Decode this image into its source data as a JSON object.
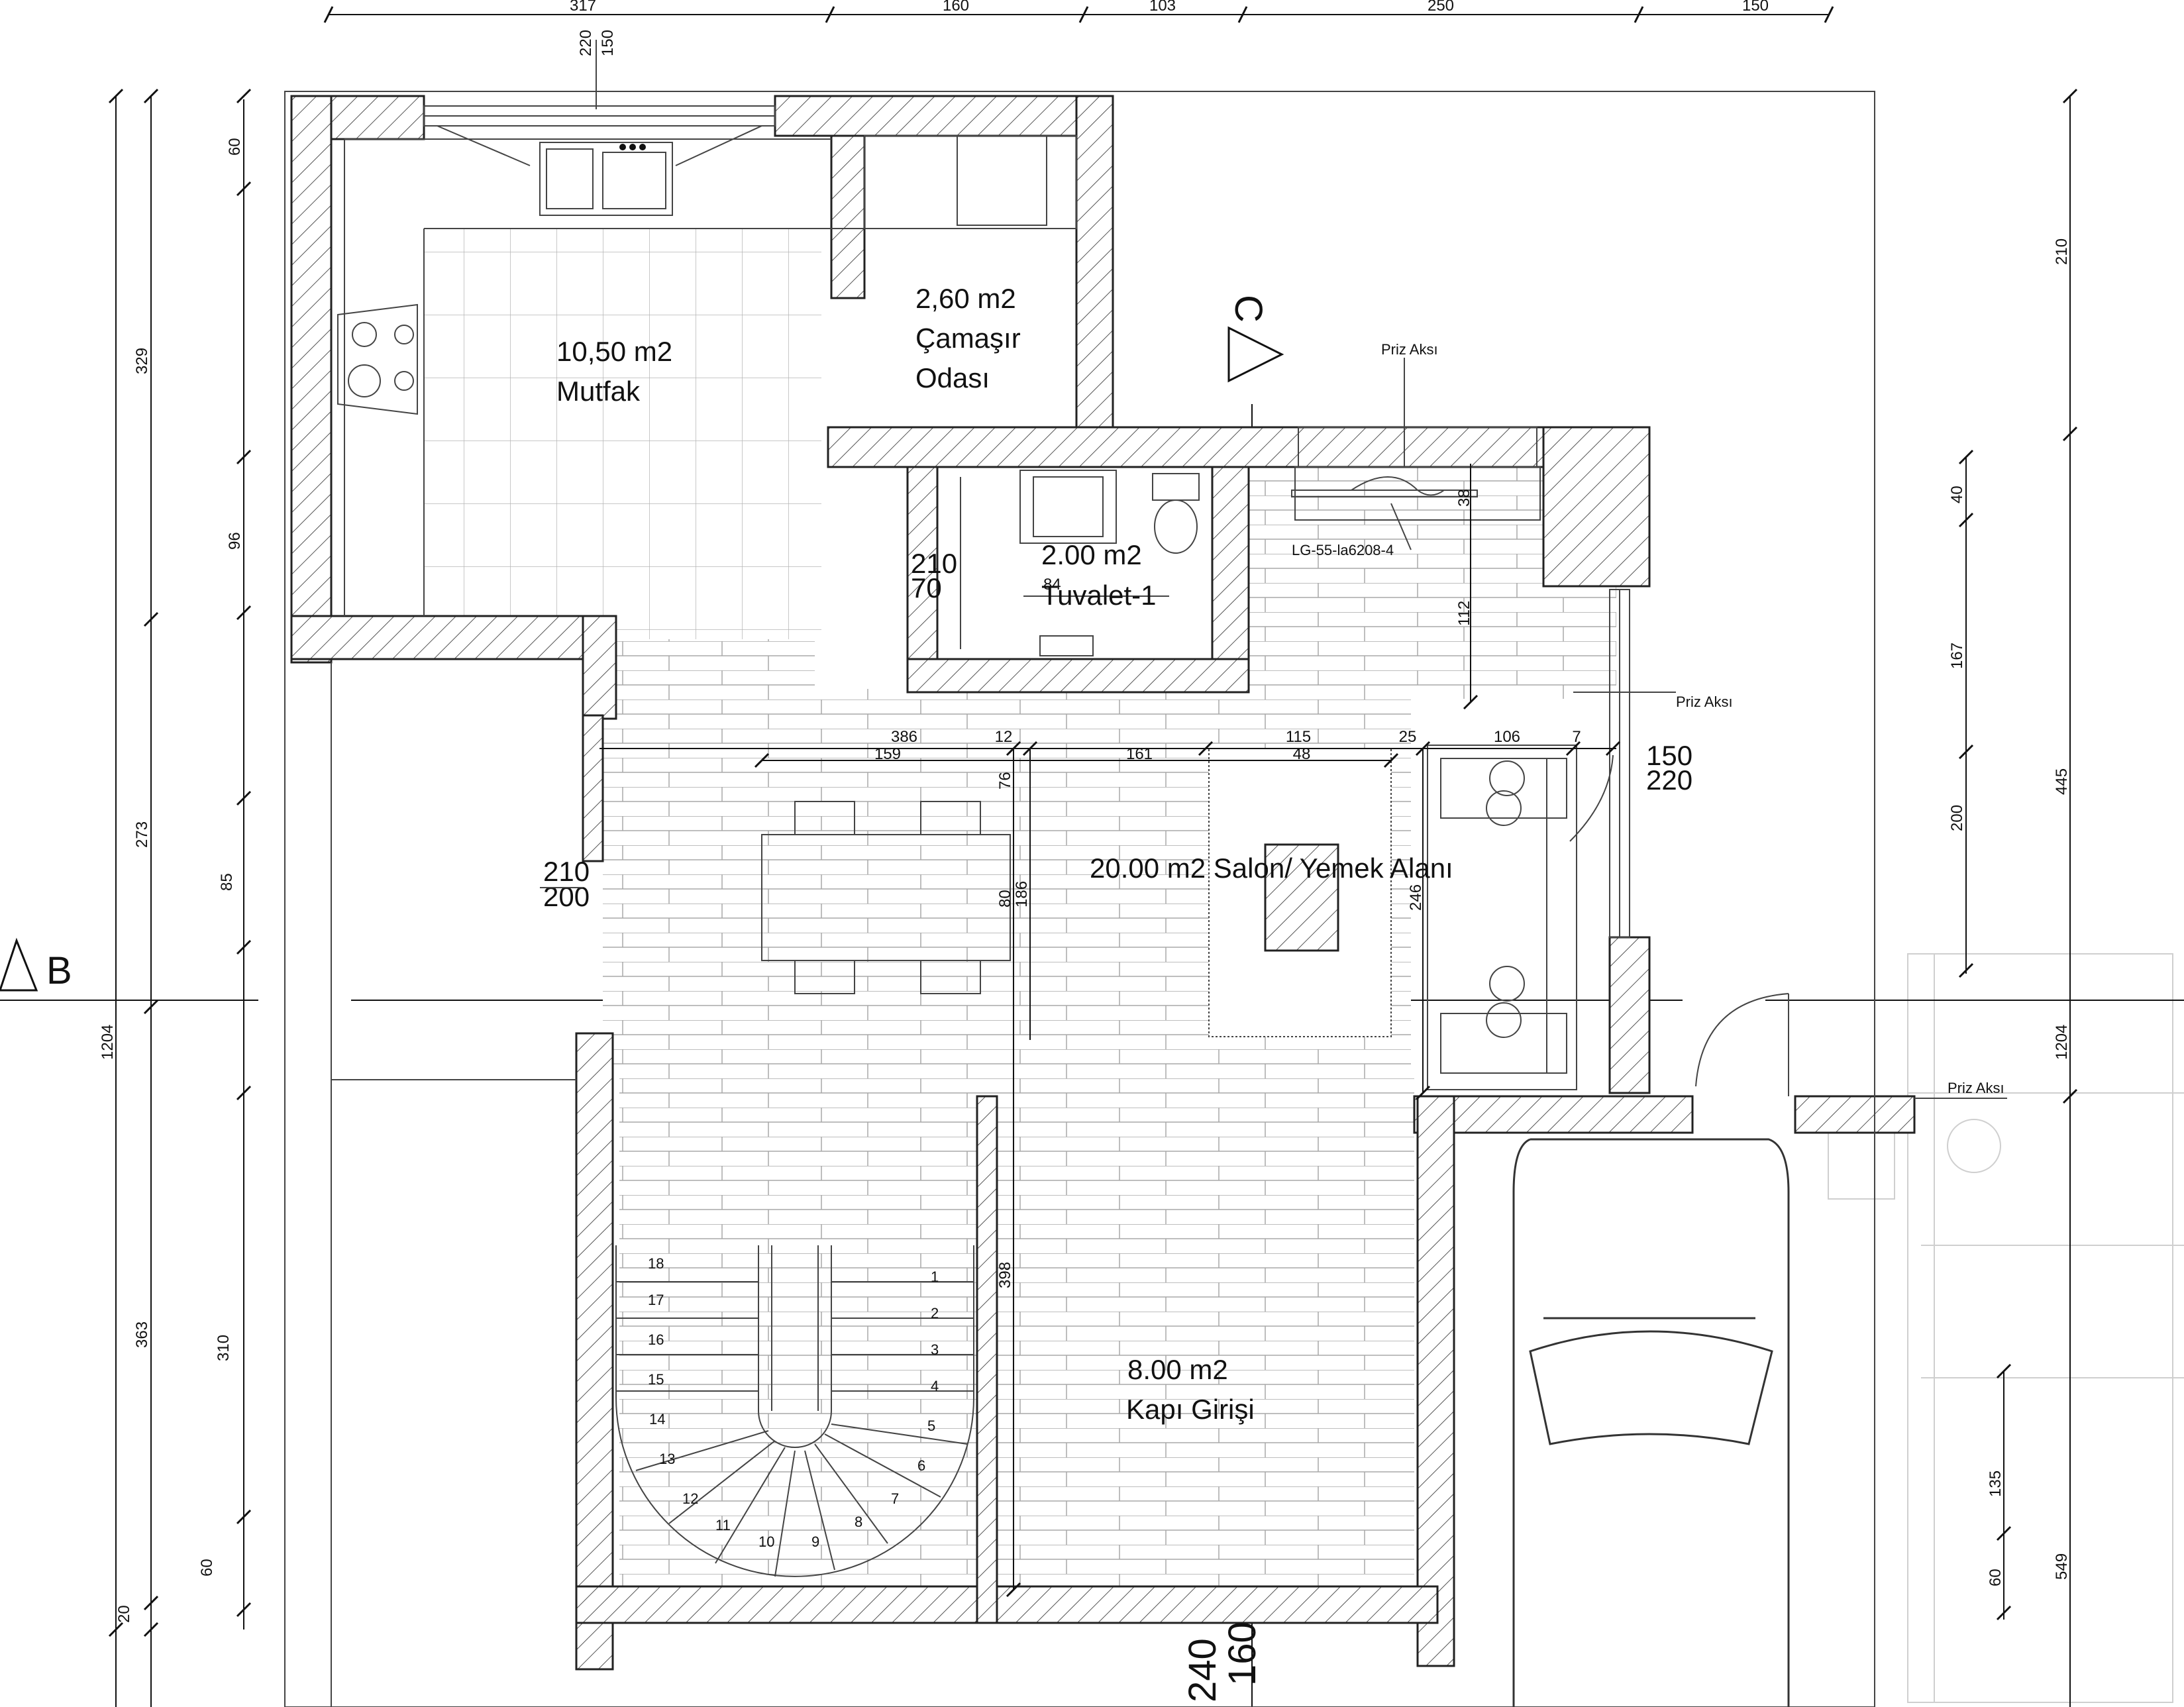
{
  "rooms": {
    "kitchen": {
      "area": "10,50 m2",
      "name": "Mutfak"
    },
    "laundry": {
      "area": "2,60 m2",
      "name_line1": "Çamaşır",
      "name_line2": "Odası"
    },
    "wc": {
      "area": "2.00 m2",
      "name": "Tuvalet-1"
    },
    "living": {
      "label": "20.00 m2 Salon/ Yemek Alanı"
    },
    "entry": {
      "area": "8.00 m2",
      "name": "Kapı Girişi"
    }
  },
  "labels": {
    "priz_1": "Priz Aksı",
    "priz_2": "Priz Aksı",
    "priz_3": "Priz Aksı",
    "tv_model": "LG-55-la6208-4",
    "section_c": "C",
    "section_b": "B"
  },
  "top_dims": [
    "317",
    "160",
    "103",
    "250",
    "150"
  ],
  "top_window": {
    "a": "150",
    "b": "220"
  },
  "left_dims_outer": [
    "1204"
  ],
  "left_dims_mid": [
    "329",
    "273",
    "363",
    "20"
  ],
  "left_dims_inner": [
    "60",
    "96",
    "85",
    "310",
    "60"
  ],
  "door_left": {
    "a": "210",
    "b": "200"
  },
  "wc_door": {
    "a": "210",
    "b": "70"
  },
  "wc_width": "84",
  "living_dims": {
    "d386": "386",
    "d12": "12",
    "d159": "159",
    "d161": "161",
    "d115": "115",
    "d48": "48",
    "d25": "25",
    "d106": "106",
    "d7": "7",
    "d76": "76",
    "d80": "80",
    "d186": "186",
    "d246": "246",
    "d38": "38",
    "d112": "112",
    "d398": "398"
  },
  "right_window": {
    "a": "150",
    "b": "220"
  },
  "right_dims_outer": [
    "210",
    "445",
    "1204",
    "549"
  ],
  "right_dims_inner": [
    "40",
    "167",
    "200",
    "135",
    "60"
  ],
  "bottom_door": {
    "a": "240",
    "b": "160"
  },
  "stair_steps": [
    "1",
    "2",
    "3",
    "4",
    "5",
    "6",
    "7",
    "8",
    "9",
    "10",
    "11",
    "12",
    "13",
    "14",
    "15",
    "16",
    "17",
    "18"
  ]
}
